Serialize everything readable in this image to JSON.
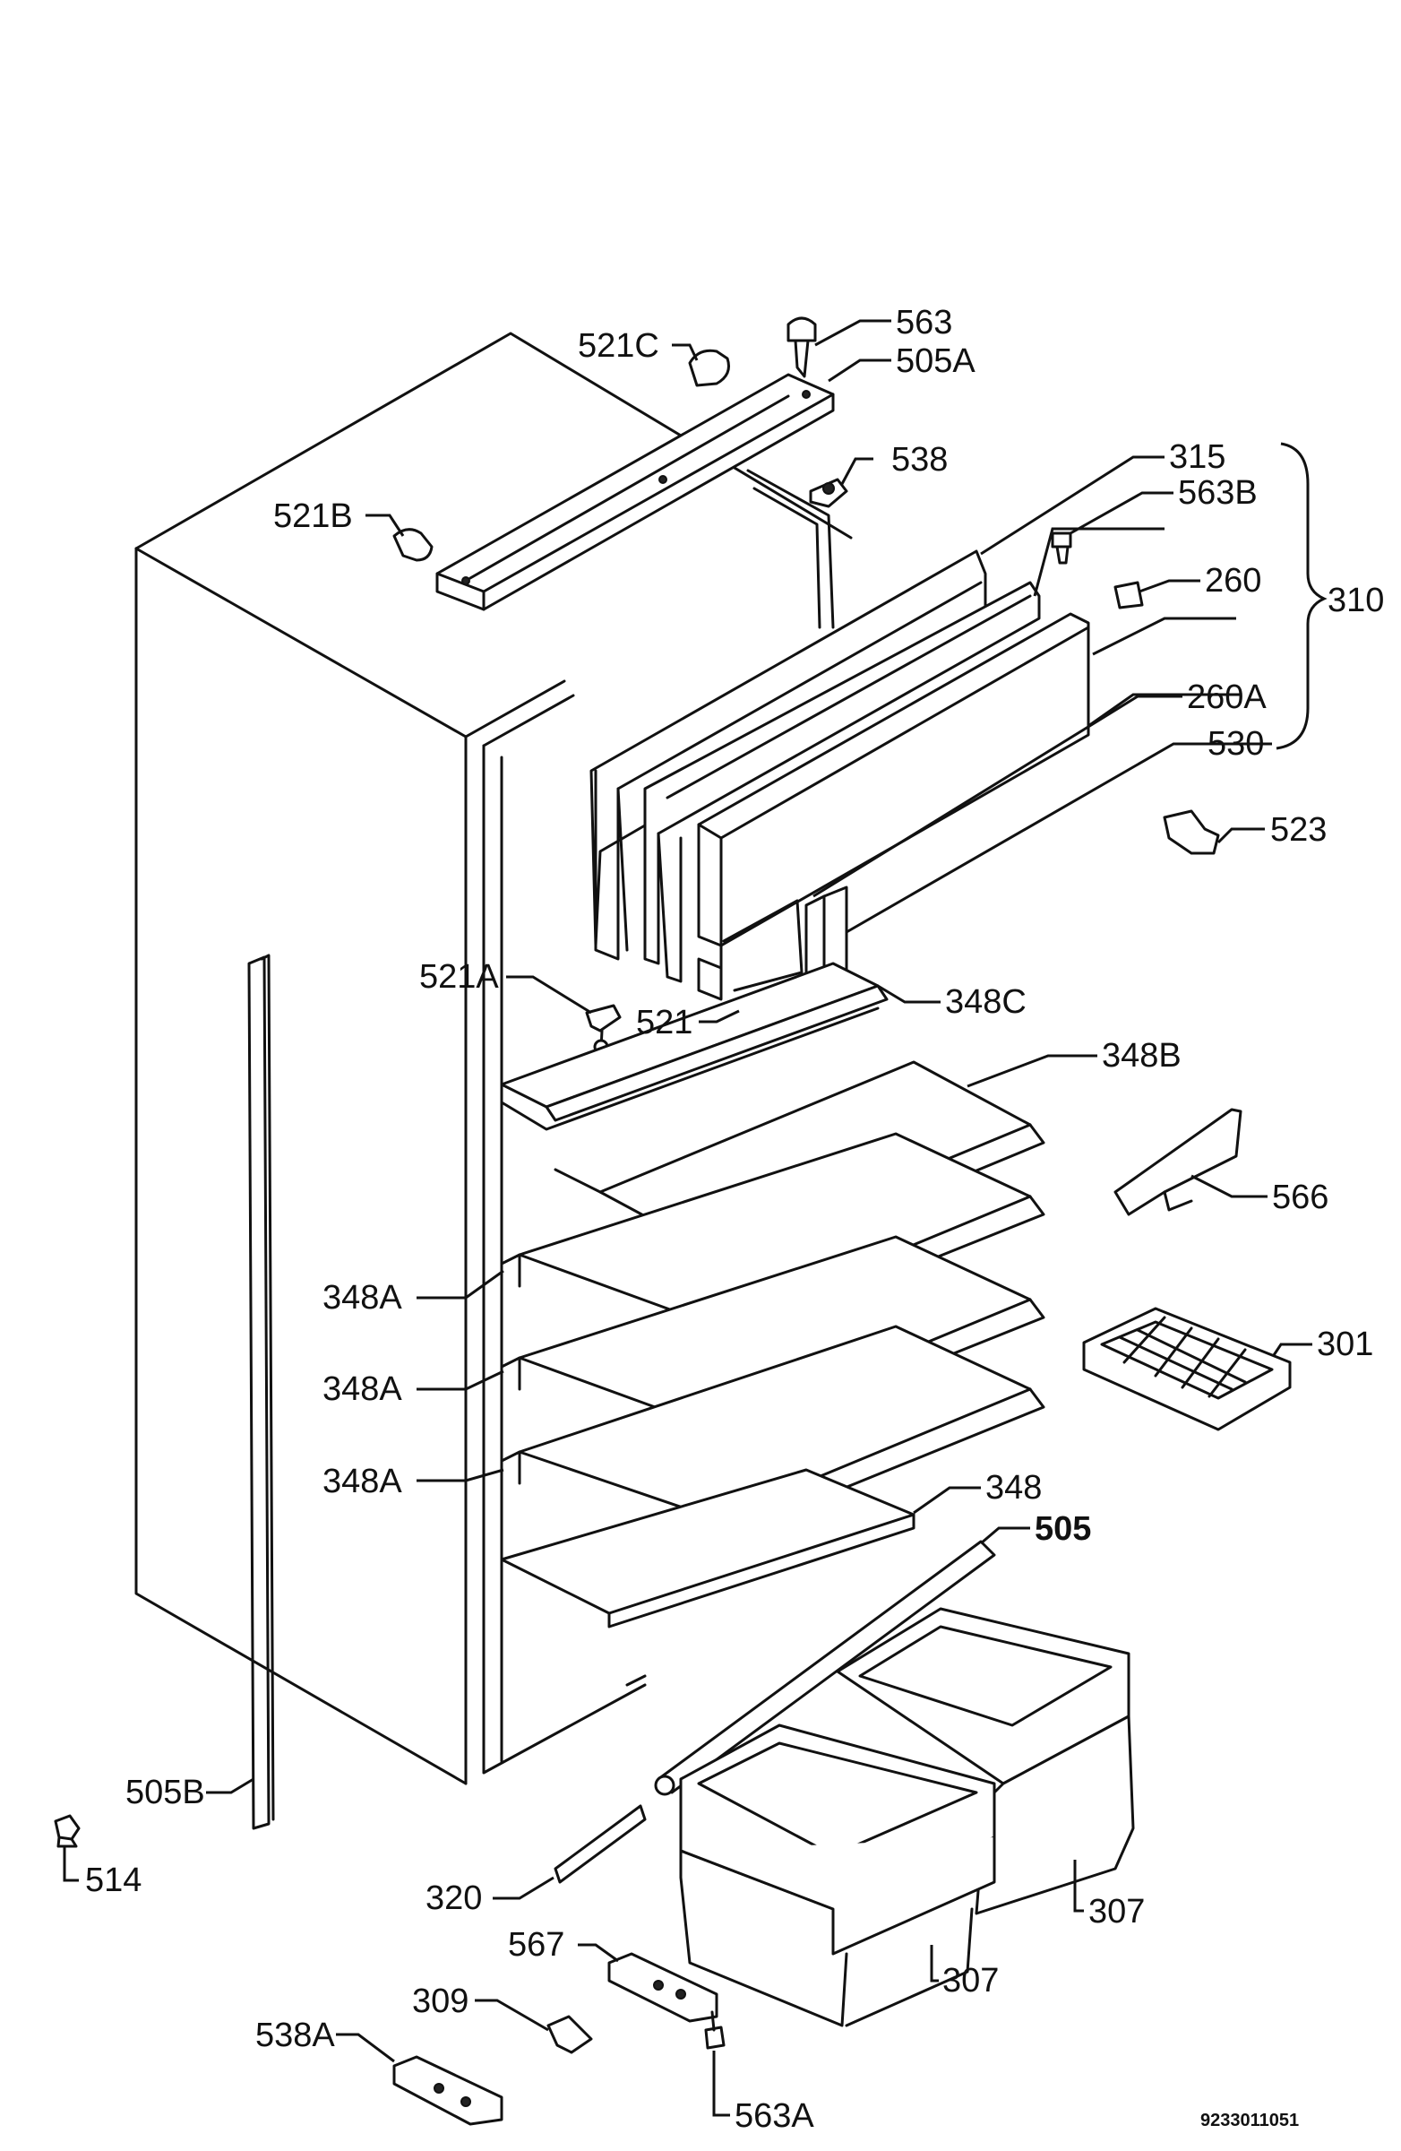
{
  "labels": {
    "l563": "563",
    "l505a": "505A",
    "l521c": "521C",
    "l538": "538",
    "l521b": "521B",
    "l315": "315",
    "l563b": "563B",
    "l260": "260",
    "l310": "310",
    "l260a": "260A",
    "l530": "530",
    "l523": "523",
    "l521a": "521A",
    "l521": "521",
    "l348c": "348C",
    "l348b": "348B",
    "l566": "566",
    "l348a_1": "348A",
    "l348a_2": "348A",
    "l348a_3": "348A",
    "l301": "301",
    "l348": "348",
    "l505": "505",
    "l505b": "505B",
    "l514": "514",
    "l320": "320",
    "l307_right": "307",
    "l567": "567",
    "l307_left": "307",
    "l309": "309",
    "l538a": "538A",
    "l563a": "563A"
  },
  "document_number": "9233011051"
}
